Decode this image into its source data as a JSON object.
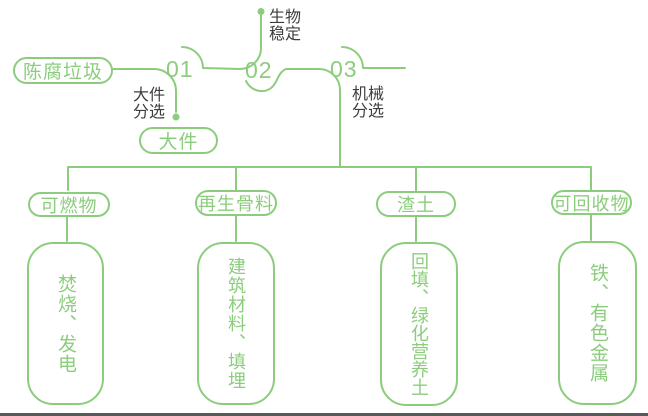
{
  "palette": {
    "green": "#8ccd7d",
    "label_dark": "#3d3d3d",
    "bottom_line": "#595959"
  },
  "flow": {
    "source": "陈腐垃圾",
    "steps": [
      {
        "number": "01",
        "label_line1": "大件",
        "label_line2": "分选",
        "result": "大件"
      },
      {
        "number": "02",
        "label_line1": "生物",
        "label_line2": "稳定"
      },
      {
        "number": "03",
        "label_line1": "机械",
        "label_line2": "分选"
      }
    ]
  },
  "outputs": [
    {
      "category": "可燃物",
      "detail": "焚烧、发电"
    },
    {
      "category": "再生骨料",
      "detail": "建筑材料、填埋"
    },
    {
      "category": "渣土",
      "detail": "回填、绿化营养土"
    },
    {
      "category": "可回收物",
      "detail": "铁、有色金属"
    }
  ]
}
